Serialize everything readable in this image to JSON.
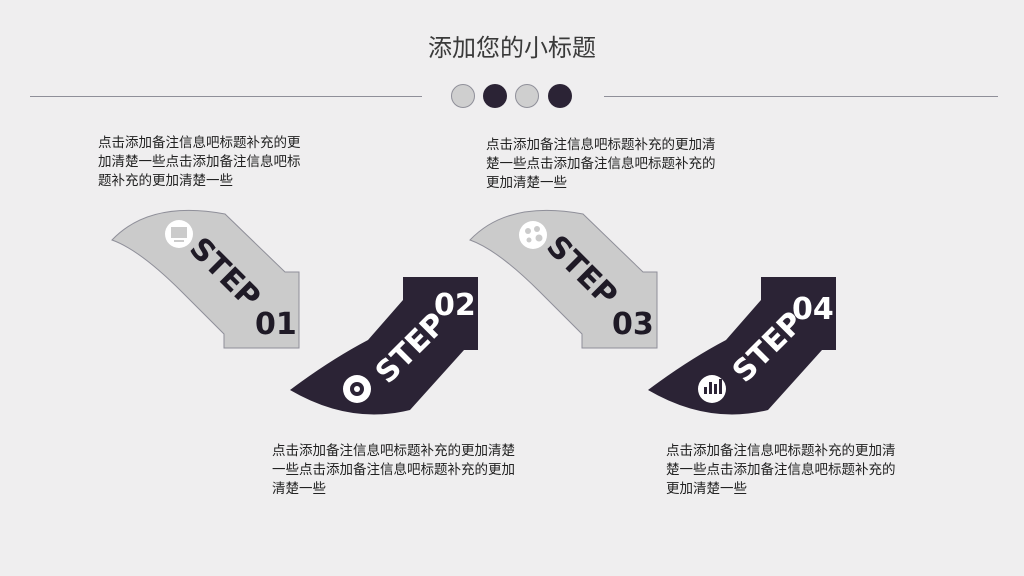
{
  "title": "添加您的小标题",
  "colors": {
    "dark": "#2b2335",
    "light": "#cbcbcb",
    "background": "#efeeef"
  },
  "steps": [
    {
      "word": "STEP",
      "number": "01",
      "icon": "monitor-icon",
      "text": [
        "点击添加备注信息吧标题补充的更",
        "加清楚一些点击添加备注信息吧标",
        "题补充的更加清楚一些"
      ]
    },
    {
      "word": "STEP",
      "number": "02",
      "icon": "gear-icon",
      "text": [
        "点击添加备注信息吧标题补充的更加清楚",
        "一些点击添加备注信息吧标题补充的更加",
        "清楚一些"
      ]
    },
    {
      "word": "STEP",
      "number": "03",
      "icon": "palette-icon",
      "text": [
        "点击添加备注信息吧标题补充的更加清",
        "楚一些点击添加备注信息吧标题补充的",
        "更加清楚一些"
      ]
    },
    {
      "word": "STEP",
      "number": "04",
      "icon": "bar-chart-icon",
      "text": [
        "点击添加备注信息吧标题补充的更加清",
        "楚一些点击添加备注信息吧标题补充的",
        "更加清楚一些"
      ]
    }
  ]
}
